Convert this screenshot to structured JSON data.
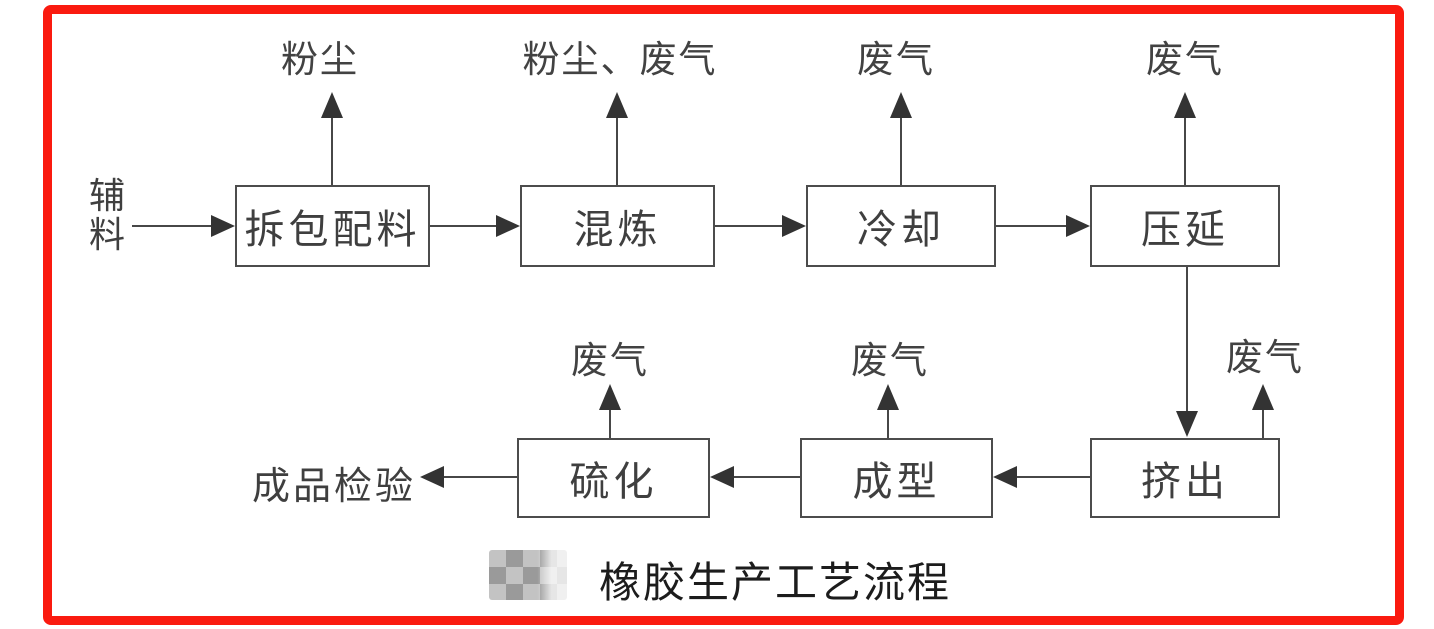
{
  "diagram": {
    "input_label": "辅料",
    "top_row": [
      {
        "label": "拆包配料",
        "emission": "粉尘"
      },
      {
        "label": "混炼",
        "emission": "粉尘、废气"
      },
      {
        "label": "冷却",
        "emission": "废气"
      },
      {
        "label": "压延",
        "emission": "废气"
      }
    ],
    "bottom_row": [
      {
        "label": "挤出",
        "emission": "废气"
      },
      {
        "label": "成型",
        "emission": "废气"
      },
      {
        "label": "硫化",
        "emission": "废气"
      }
    ],
    "output_label": "成品检验",
    "caption": "橡胶生产工艺流程"
  },
  "colors": {
    "frame_red": "#fa1a0f",
    "line": "#474747",
    "text": "#3f3f3f",
    "caption_text": "#1c1c1c"
  }
}
